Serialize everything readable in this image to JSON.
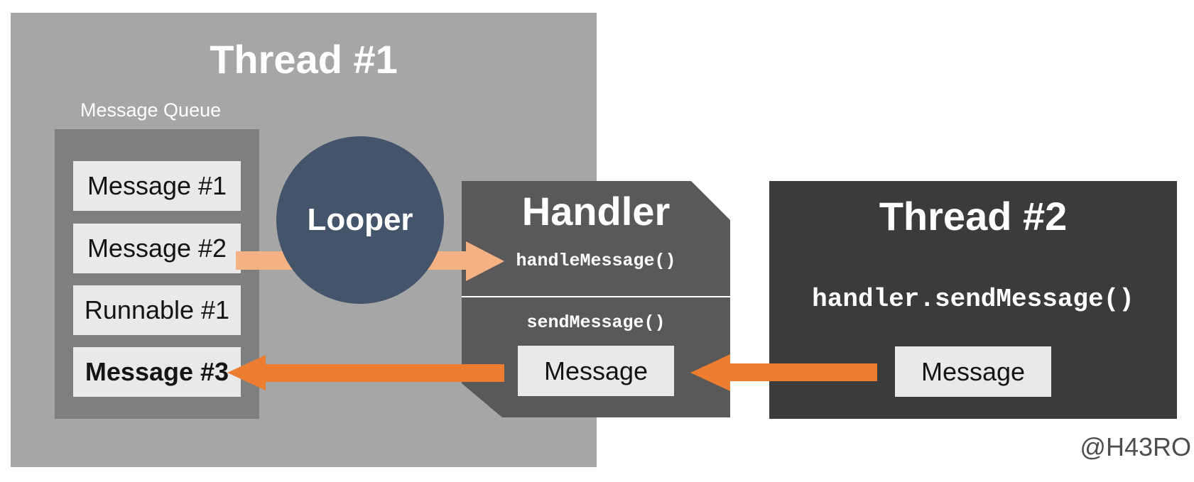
{
  "colors": {
    "thread1_bg": "#A6A6A6",
    "queue_bg": "#7F7F7F",
    "item_bg": "#E9E9E9",
    "looper_bg": "#44546A",
    "handler_bg": "#595959",
    "thread2_bg": "#3B3B3B",
    "arrow_orange": "#ED7D31",
    "arrow_light_orange": "#F4B183",
    "divider": "#FFFFFF"
  },
  "thread1": {
    "title": "Thread #1",
    "queue_label": "Message Queue",
    "queue_items": [
      {
        "label": "Message #1"
      },
      {
        "label": "Message #2"
      },
      {
        "label": "Runnable #1"
      },
      {
        "label": "Message #3"
      }
    ]
  },
  "looper": {
    "label": "Looper"
  },
  "handler": {
    "title": "Handler",
    "handle_method": "handleMessage()",
    "send_method": "sendMessage()",
    "message_label": "Message"
  },
  "thread2": {
    "title": "Thread #2",
    "code": "handler.sendMessage()",
    "message_label": "Message"
  },
  "watermark": "@H43RO"
}
